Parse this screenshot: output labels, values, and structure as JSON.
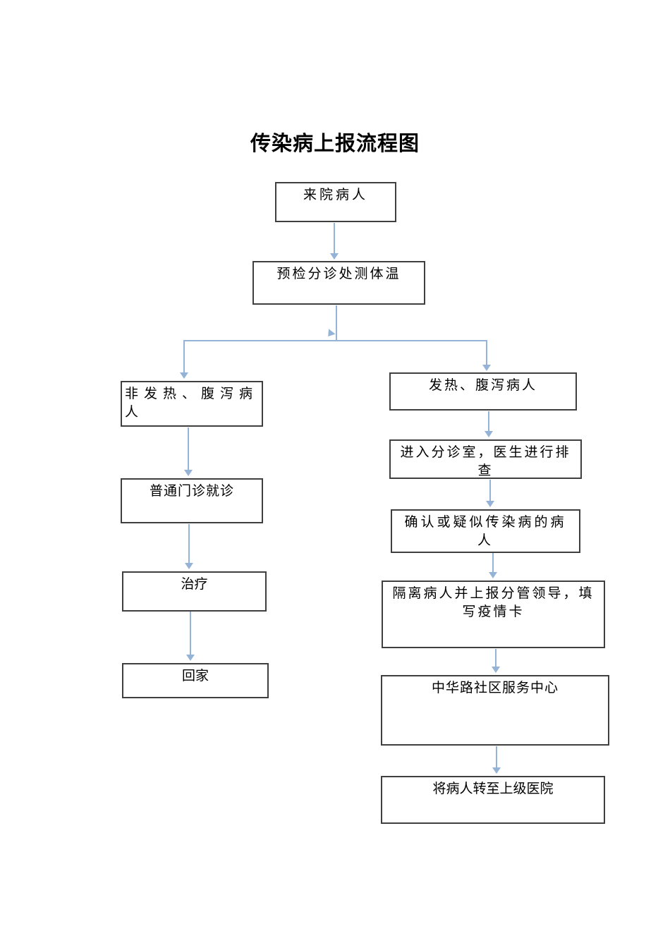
{
  "title": "传染病上报流程图",
  "flowchart": {
    "nodes": {
      "arrive": {
        "lines": [
          "来院病人"
        ]
      },
      "triage": {
        "lines": [
          "预检分诊处测体温"
        ]
      },
      "non_fever": {
        "lines": [
          "非发热、腹泻病",
          "人"
        ]
      },
      "outpatient": {
        "lines": [
          "普通门诊就诊"
        ]
      },
      "treatment": {
        "lines": [
          "治疗"
        ]
      },
      "go_home": {
        "lines": [
          "回家"
        ]
      },
      "fever": {
        "lines": [
          "发热、腹泻病人"
        ]
      },
      "triage_room": {
        "lines": [
          "进入分诊室，医生进行排",
          "查"
        ]
      },
      "confirmed": {
        "lines": [
          "确认或疑似传染病的病",
          "人"
        ]
      },
      "isolate_report": {
        "lines": [
          "隔离病人并上报分管领导，填",
          "写疫情卡"
        ]
      },
      "community_center": {
        "lines": [
          "中华路社区服务中心"
        ]
      },
      "transfer": {
        "lines": [
          "将病人转至上级医院"
        ]
      }
    },
    "colors": {
      "connector": "#95b3d7",
      "box_border": "#3f3f3f",
      "text": "#000000",
      "background": "#ffffff"
    }
  }
}
